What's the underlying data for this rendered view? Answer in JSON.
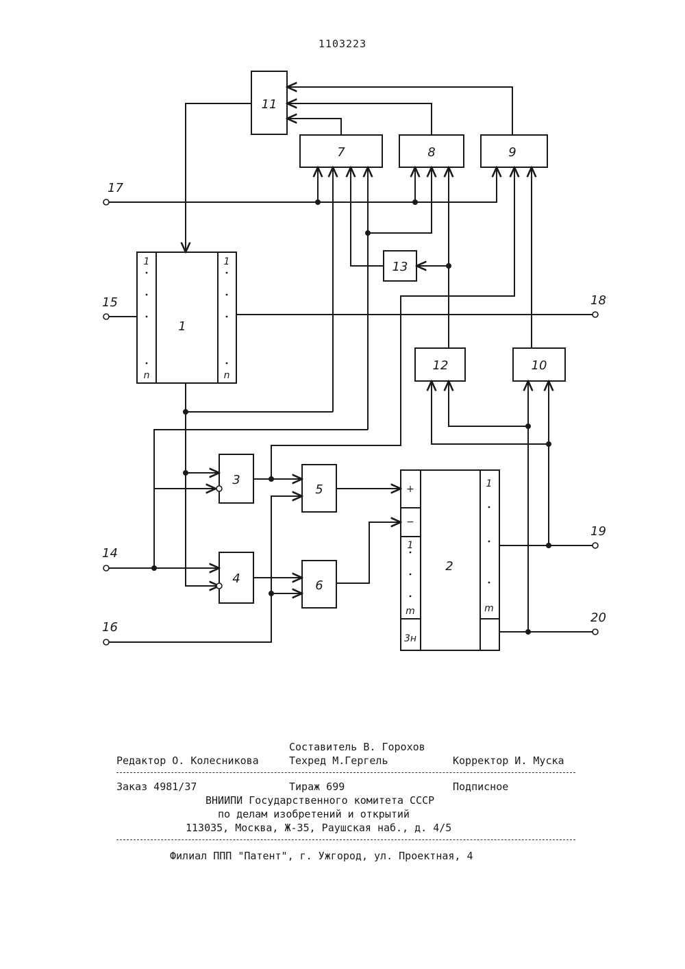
{
  "header": {
    "patent_number": "1103223"
  },
  "diagram": {
    "blocks": {
      "b1": "1",
      "b2": "2",
      "b3": "3",
      "b4": "4",
      "b5": "5",
      "b6": "6",
      "b7": "7",
      "b8": "8",
      "b9": "9",
      "b10": "10",
      "b11": "11",
      "b12": "12",
      "b13": "13"
    },
    "block1_pins": {
      "left_top": "1",
      "left_bottom": "n",
      "right_top": "1",
      "right_bottom": "n"
    },
    "block2_pins": {
      "plus": "+",
      "minus": "−",
      "left_top": "1",
      "left_bottom": "m",
      "zn": "3н",
      "right_top": "1",
      "right_bottom": "m"
    },
    "terminals": {
      "t14": "14",
      "t15": "15",
      "t16": "16",
      "t17": "17",
      "t18": "18",
      "t19": "19",
      "t20": "20"
    }
  },
  "footer": {
    "compiler": "Составитель В. Горохов",
    "editor": "Редактор О. Колесникова",
    "techred": "Техред М.Гергель",
    "corrector": "Корректор И. Муска",
    "order": "Заказ 4981/37",
    "circulation": "Тираж 699",
    "subscription": "Подписное",
    "org_line1": "ВНИИПИ Государственного комитета СССР",
    "org_line2": "по делам изобретений и открытий",
    "address": "113035, Москва, Ж-35, Раушская наб., д. 4/5",
    "branch": "Филиал ППП \"Патент\", г. Ужгород, ул. Проектная, 4"
  }
}
